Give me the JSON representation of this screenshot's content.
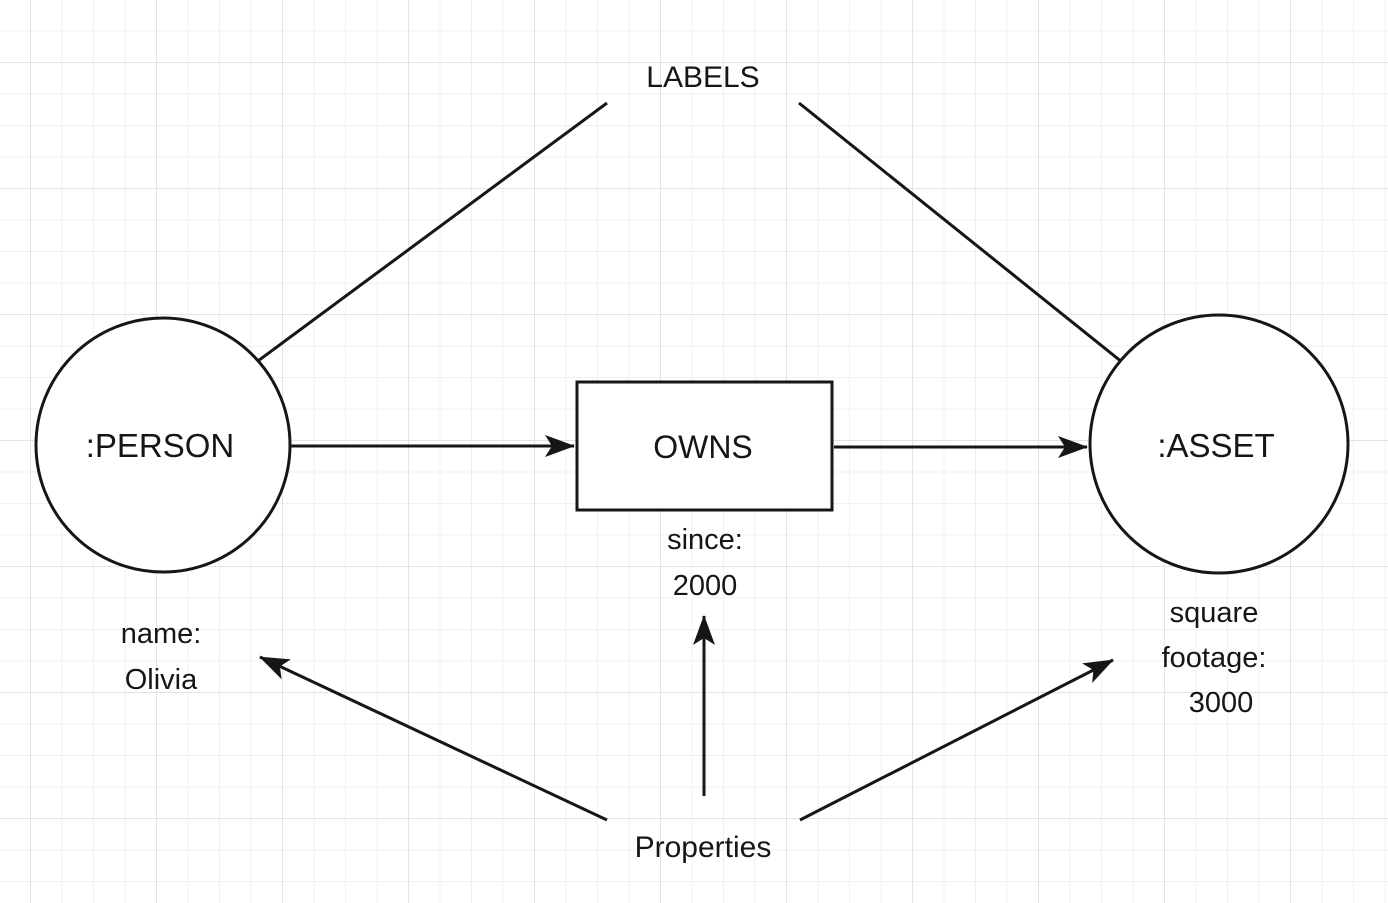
{
  "diagram": {
    "kind": "graph-data-model",
    "annotations": {
      "labels": "LABELS",
      "properties": "Properties"
    },
    "nodes": [
      {
        "label": ":PERSON",
        "property_lines": [
          "name:",
          "Olivia"
        ]
      },
      {
        "label": ":ASSET",
        "property_lines": [
          "square",
          "footage:",
          "3000"
        ]
      }
    ],
    "relationship": {
      "label": "OWNS",
      "property_lines": [
        "since:",
        "2000"
      ]
    },
    "colors": {
      "stroke": "#161616",
      "shape_fill": "#ffffff",
      "background": "#ffffff",
      "grid_minor": "#f0f0f0",
      "grid_major": "#e3e3e3"
    }
  }
}
